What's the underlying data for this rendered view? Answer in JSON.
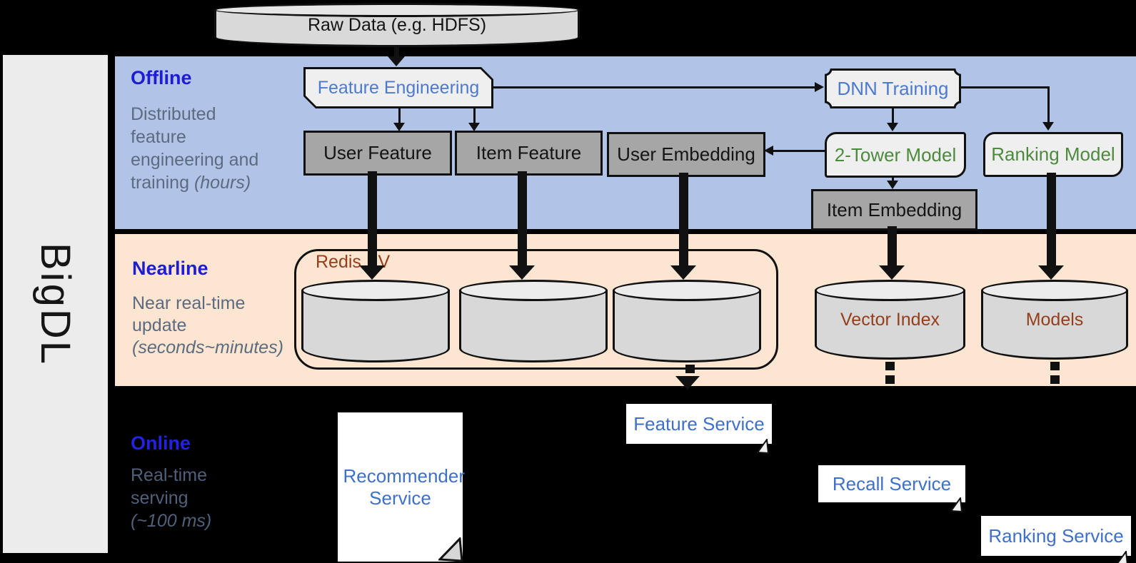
{
  "brand": "BigDL",
  "colors": {
    "band_offline": "#b1c3e6",
    "band_nearline": "#fce5d1",
    "section_accent_blue": "#1d1dd2",
    "description_gray": "#5d6b80",
    "node_text_blue": "#4b7ad0",
    "model_text_green": "#4e8a3e",
    "storage_text_brown": "#963e1a",
    "service_text_blue": "#3f70c8",
    "dark_box_fill": "#a6a6a6"
  },
  "sections": {
    "offline": {
      "label": "Offline",
      "desc_lines": [
        "Distributed",
        "feature",
        "engineering and",
        "training "
      ],
      "desc_italic": "(hours)"
    },
    "nearline": {
      "label": "Nearline",
      "desc_lines": [
        "Near real-time",
        "update"
      ],
      "desc_italic": "(seconds~minutes)"
    },
    "online": {
      "label": "Online",
      "desc_lines": [
        "Real-time",
        "serving"
      ],
      "desc_italic": "(~100 ms)"
    }
  },
  "nodes": {
    "raw_data": "Raw Data (e.g. HDFS)",
    "feature_engineering": "Feature Engineering",
    "user_feature": "User Feature",
    "item_feature": "Item Feature",
    "user_embedding": "User Embedding",
    "dnn_training": "DNN Training",
    "two_tower_model": "2-Tower Model",
    "ranking_model": "Ranking Model",
    "item_embedding": "Item Embedding",
    "redis_kv": "Redis KV",
    "vector_index": "Vector Index",
    "models": "Models",
    "recommender_service": "Recommender Service",
    "feature_service": "Feature Service",
    "recall_service": "Recall Service",
    "ranking_service": "Ranking Service"
  }
}
